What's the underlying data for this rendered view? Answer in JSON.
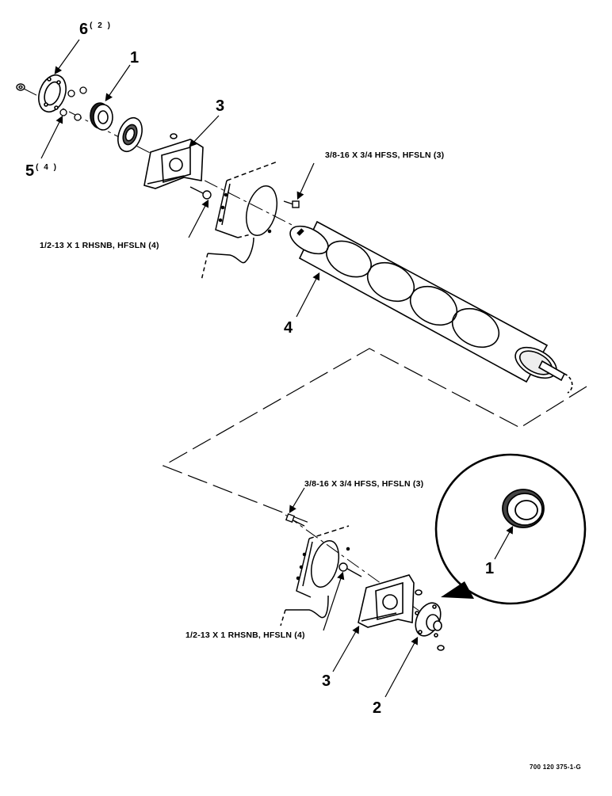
{
  "callouts": {
    "c6": "6",
    "c6_qty": "( 2 )",
    "c1_top": "1",
    "c5": "5",
    "c5_qty": "( 4 )",
    "c3_top": "3",
    "c4": "4",
    "c1_inset": "1",
    "c3_bottom": "3",
    "c2": "2"
  },
  "notes": {
    "top_capscrew": "3/8-16 X 3/4 HFSS, HFSLN (3)",
    "top_bolt": "1/2-13 X 1 RHSNB, HFSLN (4)",
    "bottom_capscrew": "3/8-16 X 3/4 HFSS, HFSLN (3)",
    "bottom_bolt": "1/2-13 X 1 RHSNB, HFSLN (4)"
  },
  "document_number": "700 120 375-1-G"
}
